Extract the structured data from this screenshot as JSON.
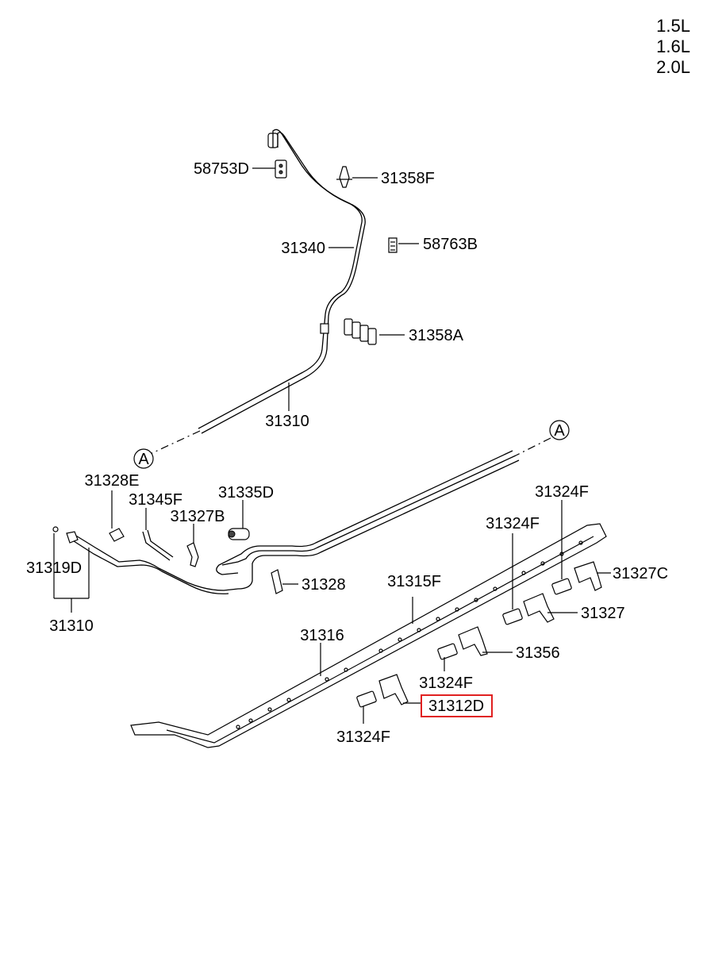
{
  "engine_variants": [
    "1.5L",
    "1.6L",
    "2.0L"
  ],
  "reference_marker": "A",
  "labels": {
    "p58753D": "58753D",
    "p31358F": "31358F",
    "p58763B": "58763B",
    "p31340": "31340",
    "p31358A": "31358A",
    "p31310_top": "31310",
    "p31328E": "31328E",
    "p31345F": "31345F",
    "p31335D": "31335D",
    "p31327B": "31327B",
    "p31319D": "31319D",
    "p31310_bottom": "31310",
    "p31328": "31328",
    "p31315F": "31315F",
    "p31316": "31316",
    "p31324F_a": "31324F",
    "p31324F_b": "31324F",
    "p31327C": "31327C",
    "p31327": "31327",
    "p31356": "31356",
    "p31324F_c": "31324F",
    "p31312D": "31312D",
    "p31324F_d": "31324F"
  },
  "highlight": {
    "part": "31312D",
    "color": "#e02020"
  }
}
